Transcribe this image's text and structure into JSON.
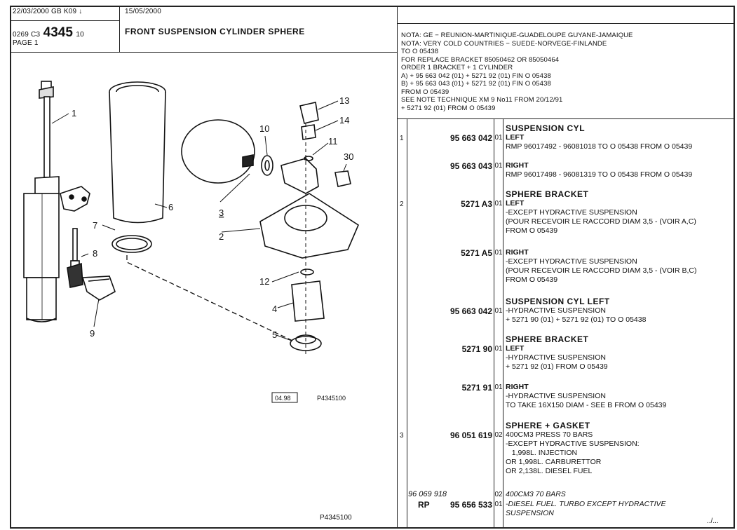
{
  "header": {
    "date_line": "22/03/2000 GB K09",
    "arrow": "↓",
    "ref_prefix": "0269 C3",
    "ref_number": "4345",
    "ref_suffix": "10",
    "page_label": "PAGE 1",
    "issue_date": "15/05/2000",
    "title": "FRONT SUSPENSION CYLINDER SPHERE"
  },
  "notes": [
    "NOTA: GE − REUNION-MARTINIQUE-GUADELOUPE GUYANE-JAMAIQUE",
    "NOTA: VERY COLD COUNTRIES − SUEDE-NORVEGE-FINLANDE",
    "TO O 05438",
    "FOR REPLACE BRACKET 85050462 OR 85050464",
    "ORDER 1 BRACKET + 1 CYLINDER",
    "A) + 95 663 042 (01) + 5271 92 (01) FIN O 05438",
    "B) + 95 663 043 (01) + 5271 92 (01) FIN O 05438",
    "FROM O 05439",
    "SEE NOTE TECHNIQUE XM 9 No11 FROM 20/12/91",
    "+ 5271 92 (01) FROM O 05439"
  ],
  "parts": [
    {
      "pos": "1",
      "part": "95 663 042",
      "var": "01",
      "title": "SUSPENSION CYL",
      "lines": [
        "LEFT",
        "RMP 96017492 - 96081018 TO O 05438 FROM O 05439"
      ],
      "bold_first": true
    },
    {
      "pos": "",
      "part": "95 663 043",
      "var": "01",
      "title": "",
      "lines": [
        "RIGHT",
        "RMP 96017498 - 96081319 TO O 05438 FROM O 05439"
      ],
      "bold_first": true
    },
    {
      "pos": "2",
      "part": "5271 A3",
      "var": "01",
      "title": "SPHERE BRACKET",
      "lines": [
        "LEFT",
        "-EXCEPT HYDRACTIVE SUSPENSION",
        "(POUR RECEVOIR LE RACCORD DIAM 3,5 - (VOIR A,C)",
        "FROM O 05439"
      ],
      "bold_first": true
    },
    {
      "pos": "",
      "part": "5271 A5",
      "var": "01",
      "title": "",
      "lines": [
        "RIGHT",
        "-EXCEPT HYDRACTIVE SUSPENSION",
        "(POUR RECEVOIR LE RACCORD DIAM 3,5 - (VOIR B,C)",
        "FROM O 05439"
      ],
      "bold_first": true
    },
    {
      "pos": "",
      "part": "95 663 042",
      "var": "01",
      "title": "SUSPENSION CYL LEFT",
      "lines": [
        "-HYDRACTIVE SUSPENSION",
        "+ 5271 90 (01) + 5271 92 (01) TO O 05438"
      ],
      "bold_first": false
    },
    {
      "pos": "",
      "part": "5271 90",
      "var": "01",
      "title": "SPHERE BRACKET",
      "lines": [
        "LEFT",
        "-HYDRACTIVE SUSPENSION",
        "+ 5271 92 (01) FROM O 05439"
      ],
      "bold_first": true
    },
    {
      "pos": "",
      "part": "5271 91",
      "var": "01",
      "title": "",
      "lines": [
        "RIGHT",
        "-HYDRACTIVE SUSPENSION",
        "TO TAKE 16X150 DIAM - SEE B FROM O 05439"
      ],
      "bold_first": true
    },
    {
      "pos": "3",
      "part": "96 051 619",
      "var": "02",
      "title": "SPHERE + GASKET",
      "lines": [
        "400CM3 PRESS 70 BARS",
        "-EXCEPT HYDRACTIVE SUSPENSION:",
        "   1,998L. INJECTION",
        "OR 1,998L. CARBURETTOR",
        "OR 2,138L. DIESEL FUEL"
      ],
      "bold_first": false
    }
  ],
  "last_rows": {
    "part_a": "96 069 918",
    "var_a": "02",
    "desc_a": "400CM3 70 BARS",
    "prefix_b": "RP",
    "part_b": "95 656 533",
    "var_b": "01",
    "desc_b1": "-DIESEL FUEL. TURBO EXCEPT HYDRACTIVE",
    "desc_b2": "SUSPENSION",
    "continued": "../..."
  },
  "diagram": {
    "callouts": [
      "1",
      "2",
      "3",
      "4",
      "5",
      "6",
      "7",
      "8",
      "9",
      "10",
      "11",
      "12",
      "13",
      "14",
      "30"
    ],
    "box_ref": "04.98",
    "code": "P4345100",
    "footer_code": "P4345100"
  }
}
